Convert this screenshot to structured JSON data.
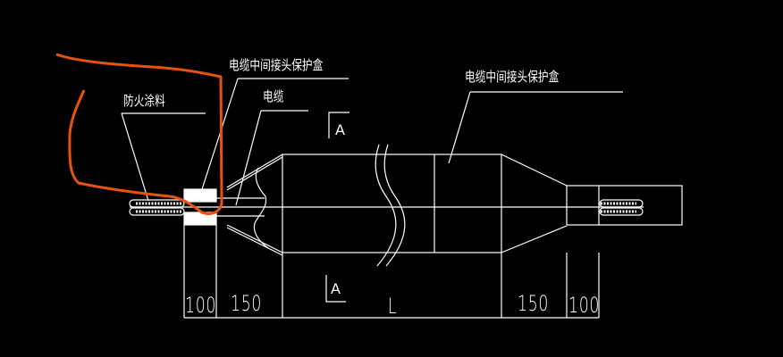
{
  "drawing": {
    "background": "#000000",
    "line_color": "#ffffff",
    "annotation_color": "#e8520e",
    "labels": {
      "fireproof_coating": "防火涂料",
      "joint_box_left": "电缆中间接头保护盒",
      "cable": "电缆",
      "joint_box_right": "电缆中间接头保护盒"
    },
    "section_marks": {
      "top": "A",
      "bottom": "A"
    },
    "dimensions": {
      "d1": "100",
      "d2": "150",
      "d3": "L",
      "d4": "150",
      "d5": "100"
    }
  }
}
